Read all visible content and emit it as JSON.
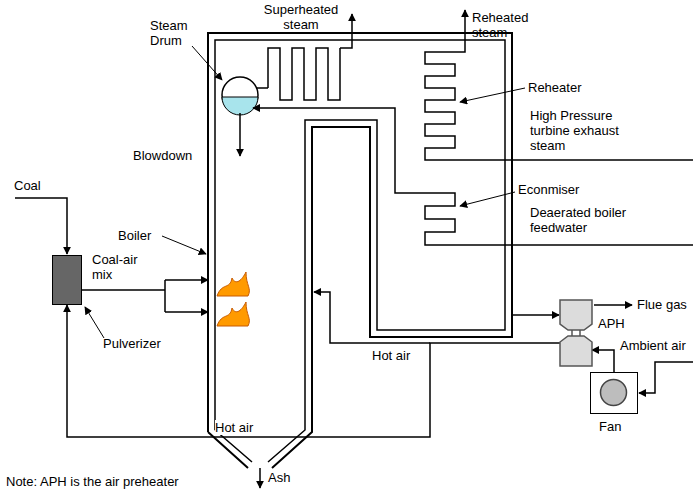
{
  "diagram": {
    "nodes": [
      {
        "text": [
          "Pulverizer"
        ]
      },
      {
        "text": [
          "APH"
        ]
      },
      {
        "text": [
          "Fan"
        ]
      }
    ],
    "edges": [
      {
        "from": 2,
        "to": 1,
        "arrow": "to"
      },
      {
        "from": 1,
        "to": 0,
        "label": "Hot air",
        "arrow": "to"
      }
    ],
    "labels": [
      "Steam Drum",
      "Superheated steam",
      "Reheated steam",
      "Reheater",
      "High Pressure turbine exhaust steam",
      "Econmiser",
      "Deaerated boiler feedwater",
      "Blowdown",
      "Boiler",
      "Coal",
      "Coal-air mix",
      "Hot air",
      "Ash",
      "Flue gas",
      "Ambient air",
      "Note: APH is the air preheater"
    ]
  }
}
